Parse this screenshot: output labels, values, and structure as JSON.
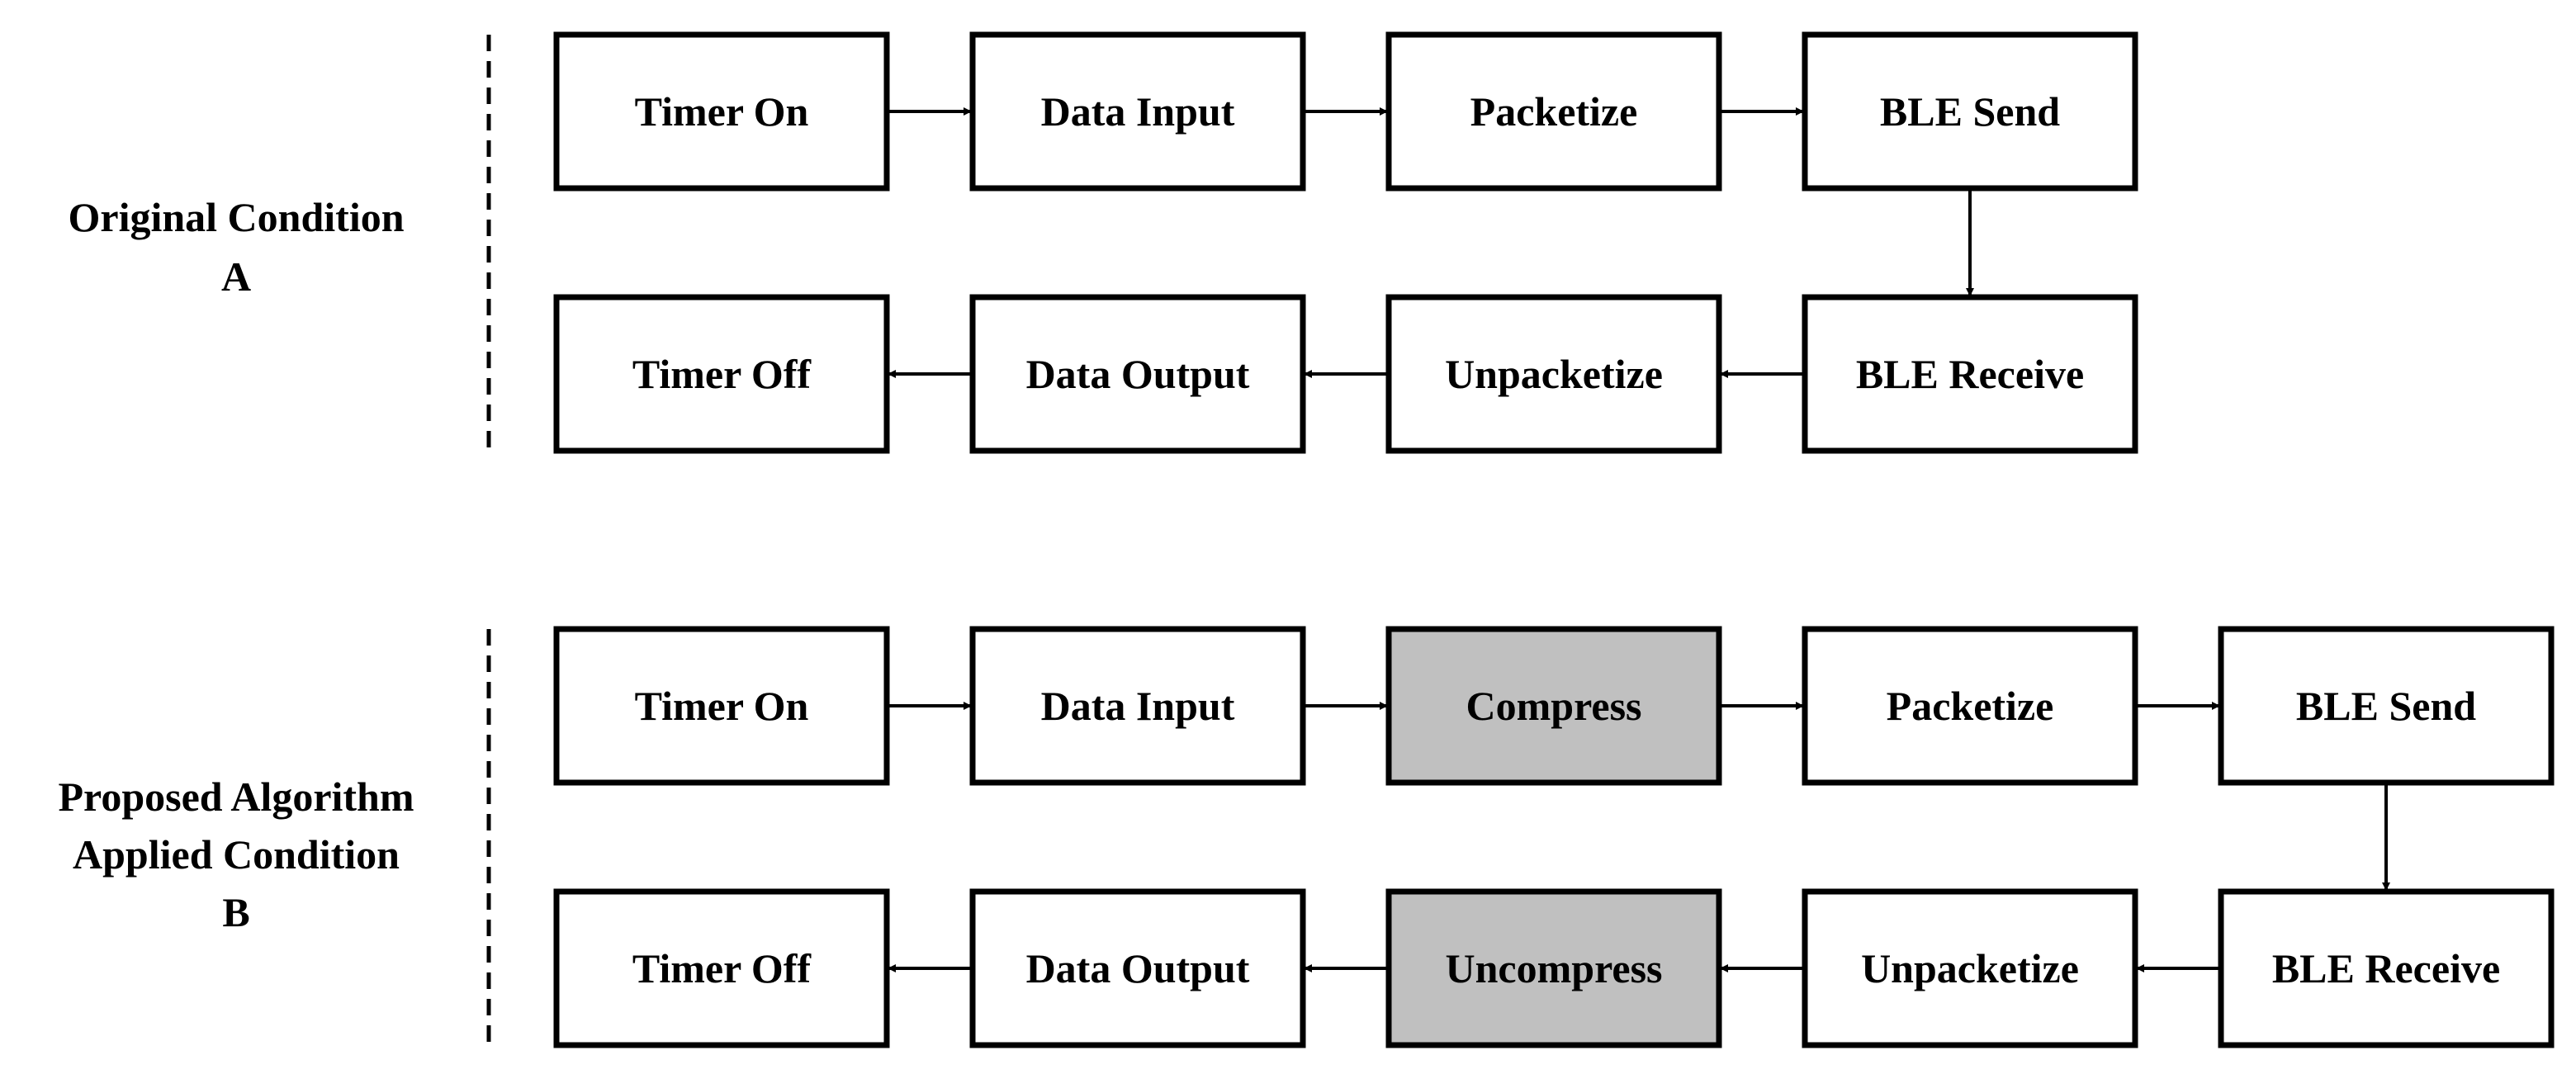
{
  "sections": [
    {
      "label_lines": [
        "Original Condition",
        "A"
      ],
      "top_row": [
        {
          "text": "Timer On"
        },
        {
          "text": "Data Input"
        },
        {
          "text": "Packetize"
        },
        {
          "text": "BLE Send"
        }
      ],
      "bottom_row": [
        {
          "text": "Timer Off"
        },
        {
          "text": "Data Output"
        },
        {
          "text": "Unpacketize"
        },
        {
          "text": "BLE Receive"
        }
      ]
    },
    {
      "label_lines": [
        "Proposed Algorithm",
        "Applied Condition",
        "B"
      ],
      "top_row": [
        {
          "text": "Timer On"
        },
        {
          "text": "Data Input"
        },
        {
          "text": "Compress",
          "highlight": true
        },
        {
          "text": "Packetize"
        },
        {
          "text": "BLE Send"
        }
      ],
      "bottom_row": [
        {
          "text": "Timer Off"
        },
        {
          "text": "Data Output"
        },
        {
          "text": "Uncompress",
          "highlight": true
        },
        {
          "text": "Unpacketize"
        },
        {
          "text": "BLE Receive"
        }
      ]
    }
  ],
  "colors": {
    "box_fill": "#ffffff",
    "highlight_fill": "#c0c0c0",
    "stroke": "#000000"
  }
}
